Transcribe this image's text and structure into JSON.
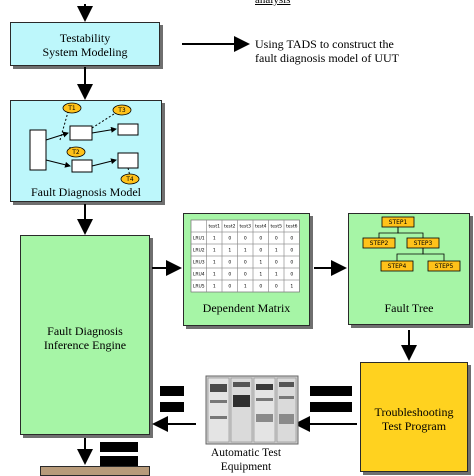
{
  "top_note": "analysis",
  "boxes": {
    "modeling": "Testability\nSystem Modeling",
    "fault_model": "Fault Diagnosis Model",
    "inference": "Fault Diagnosis\nInference Engine",
    "dep_matrix": "Dependent Matrix",
    "fault_tree": "Fault Tree",
    "troubleshoot": "Troubleshooting\nTest Program",
    "ate": "Automatic Test\nEquipment"
  },
  "side_note": "Using TADS to construct the\nfault diagnosis model of UUT",
  "model_tests": [
    "T1",
    "T3",
    "T2",
    "T4"
  ],
  "matrix": {
    "headers": [
      "",
      "test1",
      "test2",
      "test3",
      "test4",
      "test5",
      "test6"
    ],
    "rows": [
      [
        "LRU1",
        "1",
        "0",
        "0",
        "0",
        "0",
        "0"
      ],
      [
        "LRU2",
        "1",
        "1",
        "1",
        "0",
        "1",
        "0"
      ],
      [
        "LRU3",
        "1",
        "0",
        "0",
        "1",
        "0",
        "0"
      ],
      [
        "LRU4",
        "1",
        "0",
        "0",
        "1",
        "1",
        "0"
      ],
      [
        "LRU5",
        "1",
        "0",
        "1",
        "0",
        "0",
        "1"
      ]
    ]
  },
  "tree_steps": [
    "STEP1",
    "STEP2",
    "STEP3",
    "STEP4",
    "STEP5"
  ],
  "colors": {
    "cyan": "#bdf7fb",
    "green": "#a6f5a6",
    "yellow": "#ffd21f",
    "node": "#ffc21a"
  }
}
